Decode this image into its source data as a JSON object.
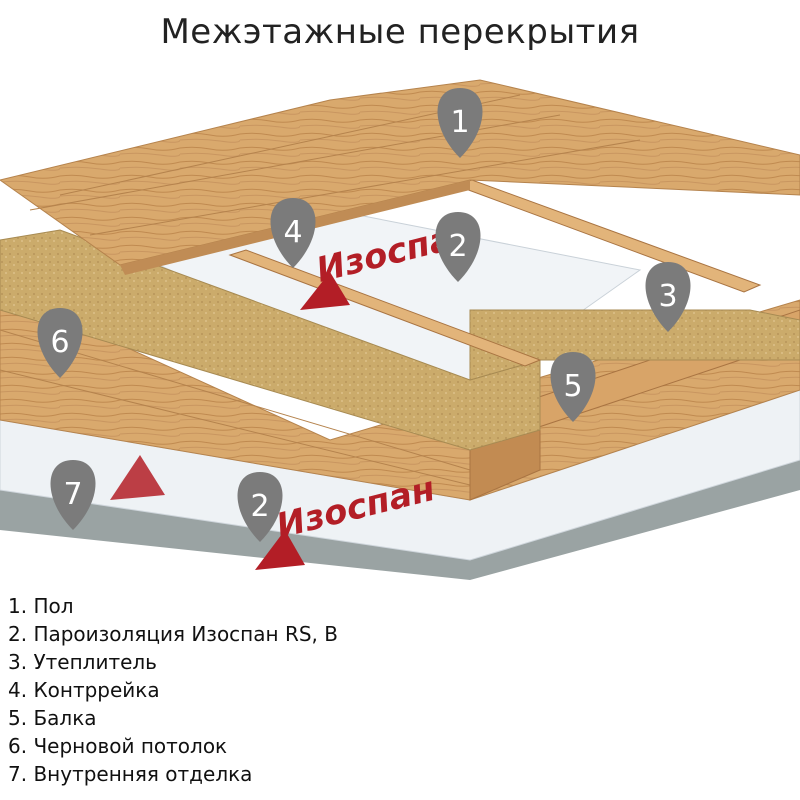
{
  "title": "Межэтажные перекрытия",
  "brand": "Изоспан",
  "colors": {
    "brand_red": "#b31e26",
    "marker_gray": "#7b7b7b",
    "wood": "#d9aa72",
    "insulation": "#c9a96a",
    "membrane": "#f1f4f7"
  },
  "markers": [
    "1",
    "2",
    "2",
    "3",
    "4",
    "5",
    "6",
    "7"
  ],
  "legend": [
    "1. Пол",
    "2. Пароизоляция Изоспан RS, B",
    "3. Утеплитель",
    "4. Контррейка",
    "5. Балка",
    "6. Черновой потолок",
    "7. Внутренняя отделка"
  ]
}
